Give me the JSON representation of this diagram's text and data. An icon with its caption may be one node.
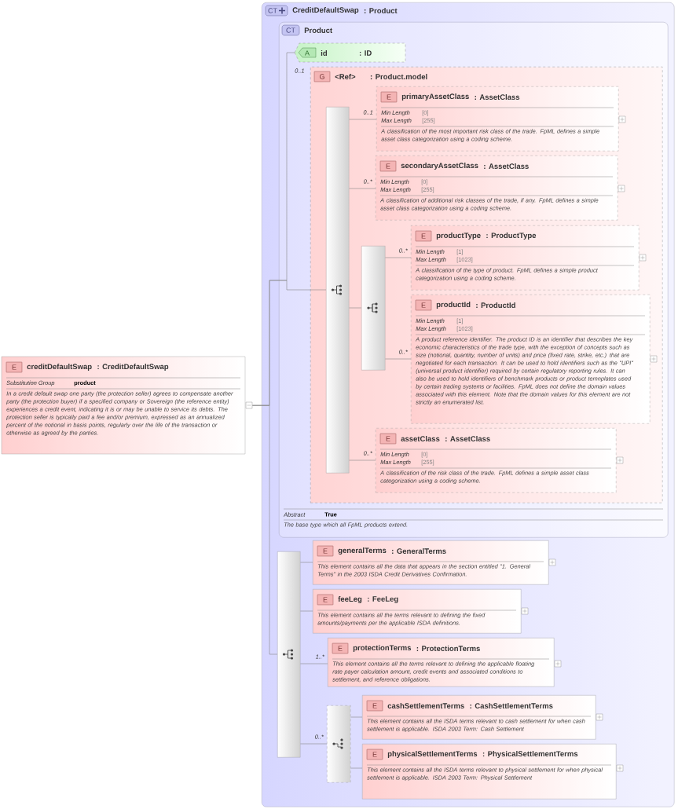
{
  "diagram": {
    "nodes": [
      {
        "text": [
          "E",
          "creditDefaultSwap",
          ": CreditDefaultSwap",
          "Substitution Group",
          "product",
          "In a credit default swap one party (the protection seller) agrees to compensate another party (the protection buyer) if a specified company or Sovereign (the reference entity) experiences a credit event, indicating it is or may be unable to service its debts. The protection seller is typically paid a fee and/or premium, expressed as an annualized percent of the notional in basis points, regularly over the life of the transaction or otherwise as agreed by the parties."
        ]
      },
      {
        "text": [
          "CT",
          "CreditDefaultSwap",
          ": Product"
        ]
      },
      {
        "text": [
          "CT",
          "Product",
          "Abstract",
          "True",
          "The base type which all FpML products extend."
        ],
        "in": 1
      },
      {
        "text": [
          "A",
          "id",
          ": ID"
        ],
        "in": 2
      },
      {
        "text": [
          "G",
          "<Ref>",
          ": Product.model"
        ],
        "in": 2,
        "beside": [
          "0..1"
        ]
      },
      {
        "text": [],
        "shape": "bar",
        "in": 4
      },
      {
        "text": [
          "E",
          "primaryAssetClass",
          ": AssetClass",
          "Min Length",
          "[0]",
          "Max Length",
          "[255]",
          "A classification of the most important risk class of the trade. FpML defines a simple asset class categorization using a coding scheme."
        ],
        "in": 4
      },
      {
        "text": [
          "E",
          "secondaryAssetClass",
          ": AssetClass",
          "Min Length",
          "[0]",
          "Max Length",
          "[255]",
          "A classification of additional risk classes of the trade, if any. FpML defines a simple asset class categorization using a coding scheme."
        ],
        "in": 4
      },
      {
        "text": [],
        "shape": "bar",
        "in": 4
      },
      {
        "text": [
          "E",
          "productType",
          ": ProductType",
          "Min Length",
          "[1]",
          "Max Length",
          "[1023]",
          "A classification of the type of product. FpML defines a simple product categorization using a coding scheme."
        ],
        "in": 4
      },
      {
        "text": [
          "E",
          "productId",
          ": ProductId",
          "Min Length",
          "[1]",
          "Max Length",
          "[1023]",
          "A product reference identifier. The product ID is an identifier that describes the key economic characteristics of the trade type, with the exception of concepts such as size (notional, quantity, number of units) and price (fixed rate, strike, etc.) that are negotiated for each transaction. It can be used to hold identifiers such as the \"UPI\" (universal product identifier) required by certain regulatory reporting rules. It can also be used to hold identifiers of benchmark products or product temnplates used by certain trading systems or facilities. FpML does not define the domain values associated with this element. Note that the domain values for this element are not strictly an enumerated list."
        ],
        "in": 4
      },
      {
        "text": [
          "E",
          "assetClass",
          ": AssetClass",
          "Min Length",
          "[0]",
          "Max Length",
          "[255]",
          "A classification of the risk class of the trade. FpML defines a simple asset class categorization using a coding scheme."
        ],
        "in": 4
      },
      {
        "text": [],
        "shape": "bar",
        "in": 1
      },
      {
        "text": [
          "E",
          "generalTerms",
          ": GeneralTerms",
          "This element contains all the data that appears in the section entitled \"1. General Terms\" in the 2003 ISDA Credit Derivatives Confirmation."
        ],
        "in": 1
      },
      {
        "text": [
          "E",
          "feeLeg",
          ": FeeLeg",
          "This element contains all the terms relevant to defining the fixed amounts/payments per the applicable ISDA definitions."
        ],
        "in": 1
      },
      {
        "text": [
          "E",
          "protectionTerms",
          ": ProtectionTerms",
          "This element contains all the terms relevant to defining the applicable floating rate payer calculation amount, credit events and associated conditions to settlement, and reference obligations."
        ],
        "in": 1
      },
      {
        "text": [],
        "shape": "bar",
        "in": 1
      },
      {
        "text": [
          "E",
          "cashSettlementTerms",
          ": CashSettlementTerms",
          "This element contains all the ISDA terms relevant to cash settlement for when cash settlement is applicable. ISDA 2003 Term: Cash Settlement"
        ],
        "in": 1
      },
      {
        "text": [
          "E",
          "physicalSettlementTerms",
          ": PhysicalSettlementTerms",
          "This element contains all the ISDA terms relevant to physical settlement for when physical settlement is applicable. ISDA 2003 Term: Physical Settlement"
        ],
        "in": 1
      }
    ],
    "edges": [
      {
        "from": 0,
        "to": 3,
        "arrow": "none"
      },
      {
        "from": 0,
        "to": 5,
        "arrow": "none"
      },
      {
        "from": 5,
        "to": 6,
        "arrow": "none",
        "label": "0..1"
      },
      {
        "from": 5,
        "to": 7,
        "arrow": "none",
        "label": "0..*"
      },
      {
        "from": 5,
        "to": 8,
        "arrow": "none"
      },
      {
        "from": 8,
        "to": 9,
        "arrow": "none",
        "label": "0..*"
      },
      {
        "from": 8,
        "to": 10,
        "arrow": "none",
        "label": "0..*"
      },
      {
        "from": 5,
        "to": 11,
        "arrow": "none",
        "label": "0..*"
      },
      {
        "from": 0,
        "to": 12,
        "arrow": "none"
      },
      {
        "from": 12,
        "to": 13,
        "arrow": "none"
      },
      {
        "from": 12,
        "to": 14,
        "arrow": "none"
      },
      {
        "from": 12,
        "to": 15,
        "arrow": "none",
        "label": "1..*"
      },
      {
        "from": 12,
        "to": 16,
        "arrow": "none",
        "label": "0..*"
      },
      {
        "from": 16,
        "to": 17,
        "arrow": "none"
      },
      {
        "from": 16,
        "to": 18,
        "arrow": "none"
      }
    ]
  }
}
